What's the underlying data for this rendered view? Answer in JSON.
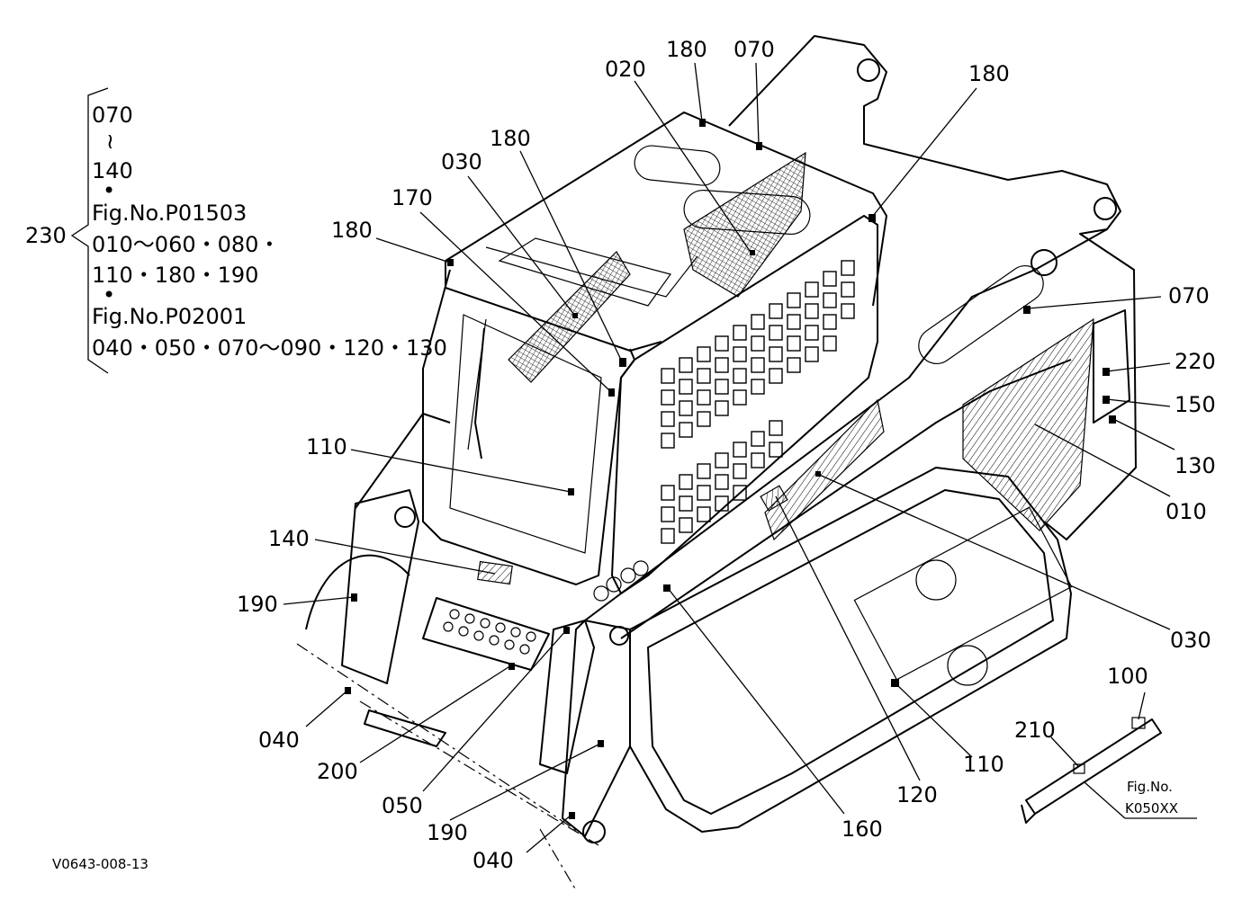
{
  "diagram": {
    "note_box": {
      "ref": "230",
      "lines": [
        "070",
        "≀",
        "140",
        "•",
        "Fig.No.P01503",
        "010～060・080・",
        "110・180・190",
        "•",
        "Fig.No.P02001",
        "040・050・070～090・120・130"
      ]
    },
    "callouts": [
      {
        "id": "c-020-top",
        "text": "020"
      },
      {
        "id": "c-180-top",
        "text": "180"
      },
      {
        "id": "c-070-top",
        "text": "070"
      },
      {
        "id": "c-180-topright",
        "text": "180"
      },
      {
        "id": "c-180-mid",
        "text": "180"
      },
      {
        "id": "c-030-top",
        "text": "030"
      },
      {
        "id": "c-170",
        "text": "170"
      },
      {
        "id": "c-180-left",
        "text": "180"
      },
      {
        "id": "c-070-right",
        "text": "070"
      },
      {
        "id": "c-220",
        "text": "220"
      },
      {
        "id": "c-150",
        "text": "150"
      },
      {
        "id": "c-130",
        "text": "130"
      },
      {
        "id": "c-010",
        "text": "010"
      },
      {
        "id": "c-110-left",
        "text": "110"
      },
      {
        "id": "c-140",
        "text": "140"
      },
      {
        "id": "c-190-left",
        "text": "190"
      },
      {
        "id": "c-030-right",
        "text": "030"
      },
      {
        "id": "c-040-left",
        "text": "040"
      },
      {
        "id": "c-200",
        "text": "200"
      },
      {
        "id": "c-050",
        "text": "050"
      },
      {
        "id": "c-190-bottom",
        "text": "190"
      },
      {
        "id": "c-040-bottom",
        "text": "040"
      },
      {
        "id": "c-160",
        "text": "160"
      },
      {
        "id": "c-120",
        "text": "120"
      },
      {
        "id": "c-110-right",
        "text": "110"
      },
      {
        "id": "c-100",
        "text": "100"
      },
      {
        "id": "c-210",
        "text": "210"
      }
    ],
    "fig_ref": {
      "line1": "Fig.No.",
      "line2": "K050XX"
    },
    "drawing_code": "V0643-008-13"
  }
}
